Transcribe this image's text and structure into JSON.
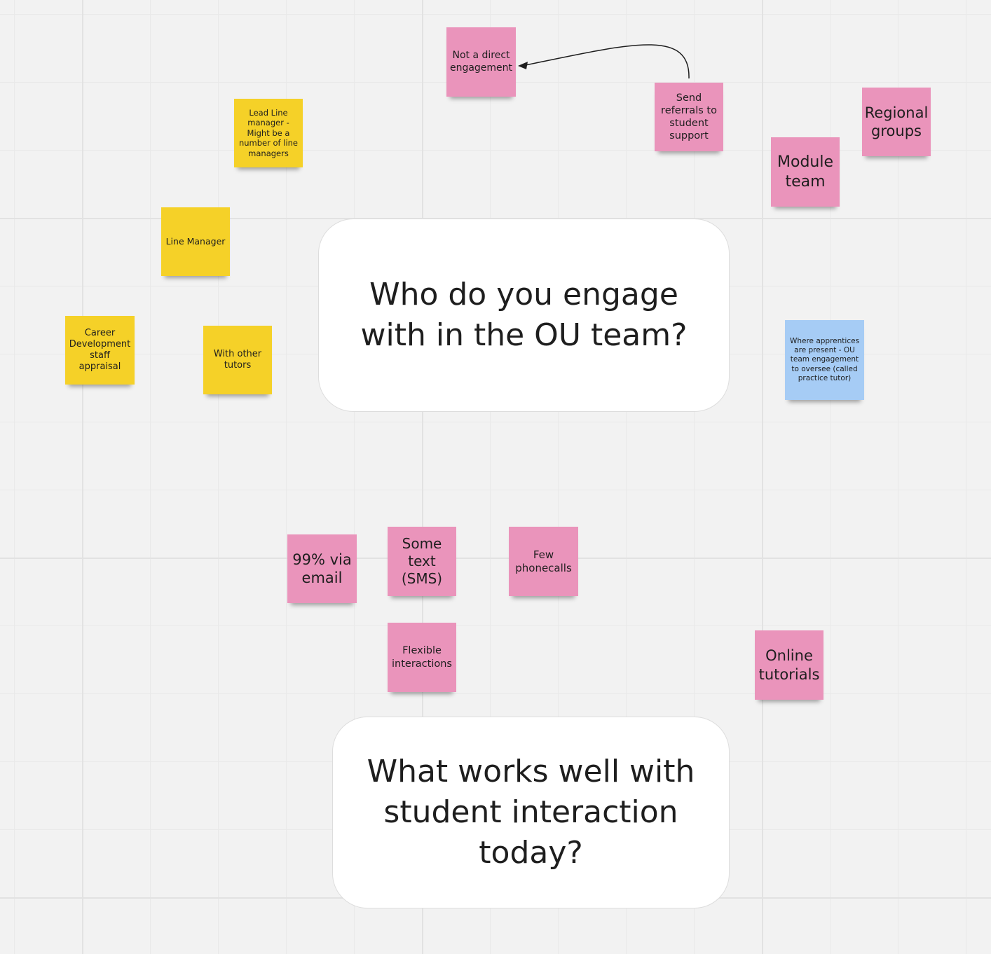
{
  "frames": {
    "q1": "Who do you engage with in the OU team?",
    "q2": "What works well with student interaction today?"
  },
  "notes": {
    "not_direct": "Not a direct engagement",
    "send_referrals": "Send referrals to student support",
    "regional": "Regional groups",
    "module_team": "Module team",
    "lead_line": "Lead Line manager - Might be a number of line managers",
    "line_manager": "Line Manager",
    "career": "Career Development staff appraisal",
    "other_tutors": "With other tutors",
    "apprentices": "Where apprentices are present - OU team engagement to oversee (called practice tutor)",
    "email": "99% via email",
    "sms": "Some text (SMS)",
    "phone": "Few phonecalls",
    "flexible": "Flexible interactions",
    "online": "Online tutorials"
  },
  "colors": {
    "pink": "#ea94bb",
    "yellow": "#f5d128",
    "blue": "#a6ccf5",
    "canvas": "#f2f2f2"
  }
}
